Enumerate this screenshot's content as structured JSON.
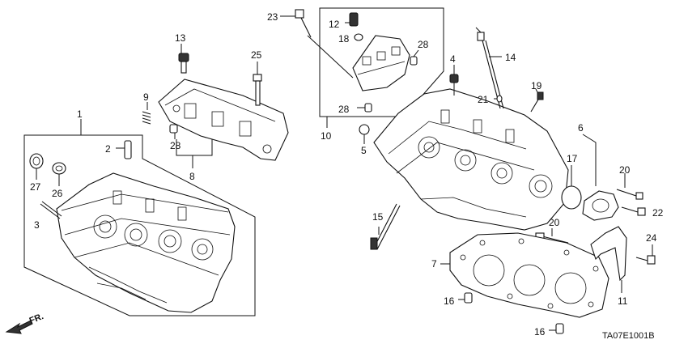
{
  "diagram": {
    "callouts": {
      "c1": "1",
      "c2": "2",
      "c3": "3",
      "c4": "4",
      "c5": "5",
      "c6": "6",
      "c7": "7",
      "c8": "8",
      "c9": "9",
      "c10": "10",
      "c11": "11",
      "c12": "12",
      "c13": "13",
      "c14": "14",
      "c15": "15",
      "c16a": "16",
      "c16b": "16",
      "c17": "17",
      "c18": "18",
      "c19": "19",
      "c20a": "20",
      "c20b": "20",
      "c21": "21",
      "c22": "22",
      "c23": "23",
      "c24": "24",
      "c25": "25",
      "c26": "26",
      "c27": "27",
      "c28a": "28",
      "c28b": "28",
      "c28c": "28"
    },
    "front_label": "FR.",
    "drawing_code": "TA07E1001B"
  },
  "colors": {
    "line": "#111111",
    "background": "#ffffff"
  }
}
